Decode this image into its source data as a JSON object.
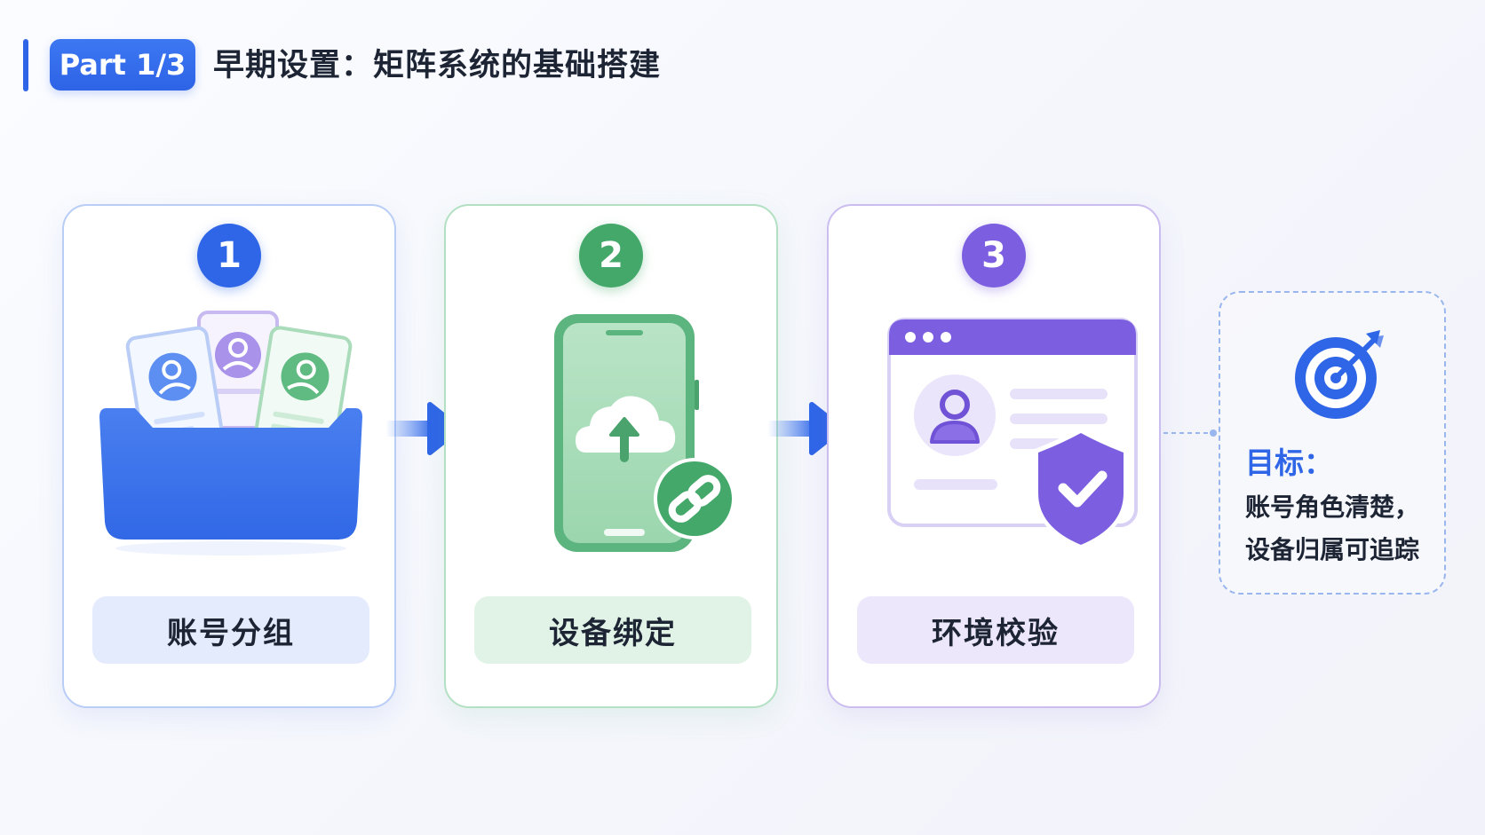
{
  "header": {
    "part_badge": "Part 1/3",
    "title": "早期设置：矩阵系统的基础搭建"
  },
  "steps": [
    {
      "number": "1",
      "label": "账号分组",
      "color": "#2f66e8"
    },
    {
      "number": "2",
      "label": "设备绑定",
      "color": "#43a86a"
    },
    {
      "number": "3",
      "label": "环境校验",
      "color": "#7c5fe0"
    }
  ],
  "goal": {
    "heading": "目标：",
    "lines": [
      "账号角色清楚，",
      "设备归属可追踪"
    ],
    "color": "#2f66e8"
  },
  "icons": {
    "step1": "account-folder-icon",
    "step2": "phone-cloud-upload-link-icon",
    "step3": "browser-profile-shield-check-icon",
    "goal": "target-icon"
  }
}
